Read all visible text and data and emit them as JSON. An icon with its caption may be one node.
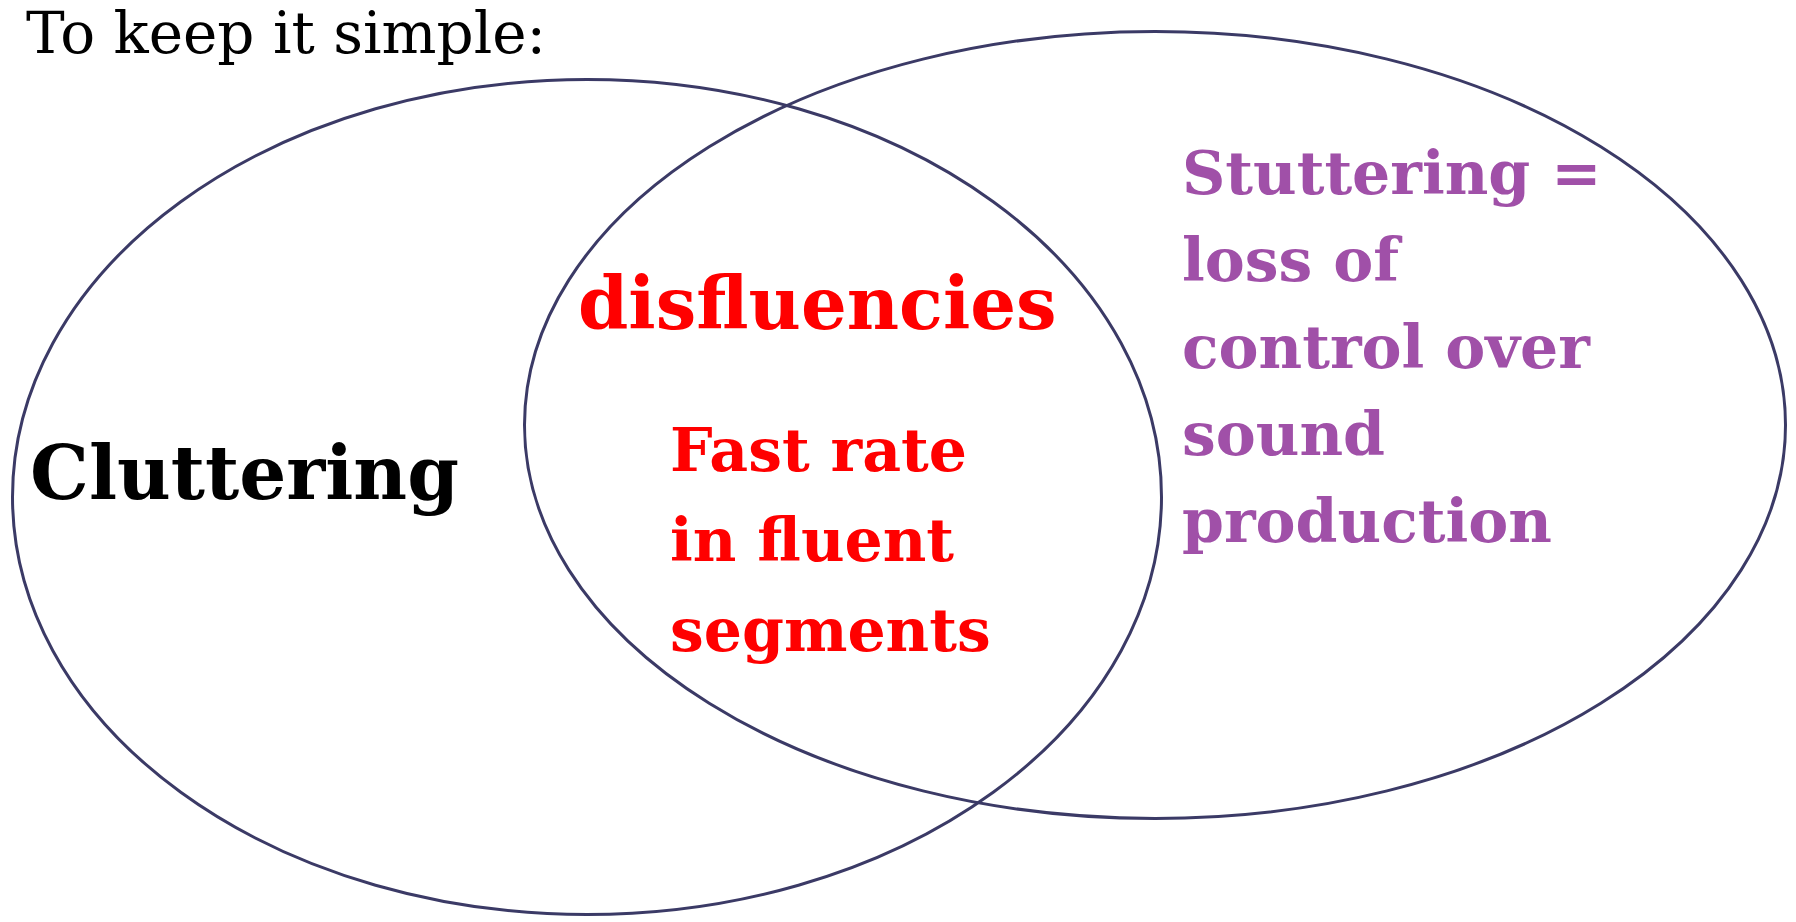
{
  "diagram": {
    "title": "To keep it simple:",
    "nodes": [
      {
        "text": [
          "Cluttering"
        ]
      },
      {
        "text": [
          "Stuttering = loss of control over sound production"
        ]
      }
    ],
    "edges": [],
    "labels": [
      "disfluencies",
      "Fast rate in fluent segments"
    ]
  }
}
